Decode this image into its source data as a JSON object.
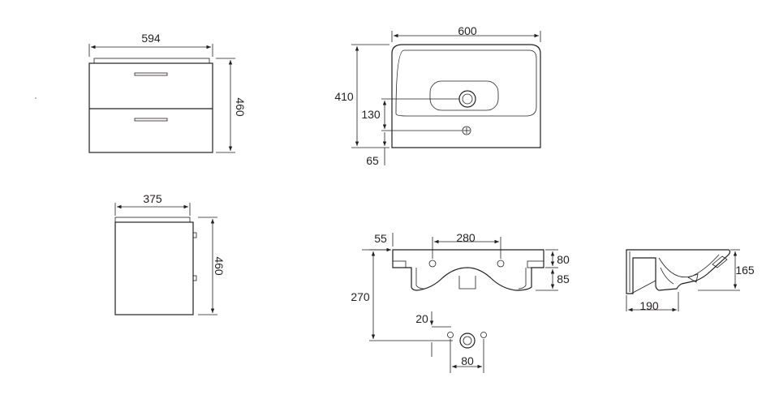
{
  "front_cabinet": {
    "width": "594",
    "height": "460"
  },
  "side_cabinet": {
    "depth": "375",
    "height": "460"
  },
  "basin_top": {
    "width": "600",
    "depth": "410",
    "tap_offset": "130",
    "rim": "65"
  },
  "basin_front": {
    "overhang": "55",
    "hole_spacing": "280",
    "upper_h": "80",
    "lower_h": "85",
    "drop": "270"
  },
  "mount_detail": {
    "offset": "20",
    "spacing": "80"
  },
  "basin_side": {
    "height": "165",
    "depth": "190"
  }
}
